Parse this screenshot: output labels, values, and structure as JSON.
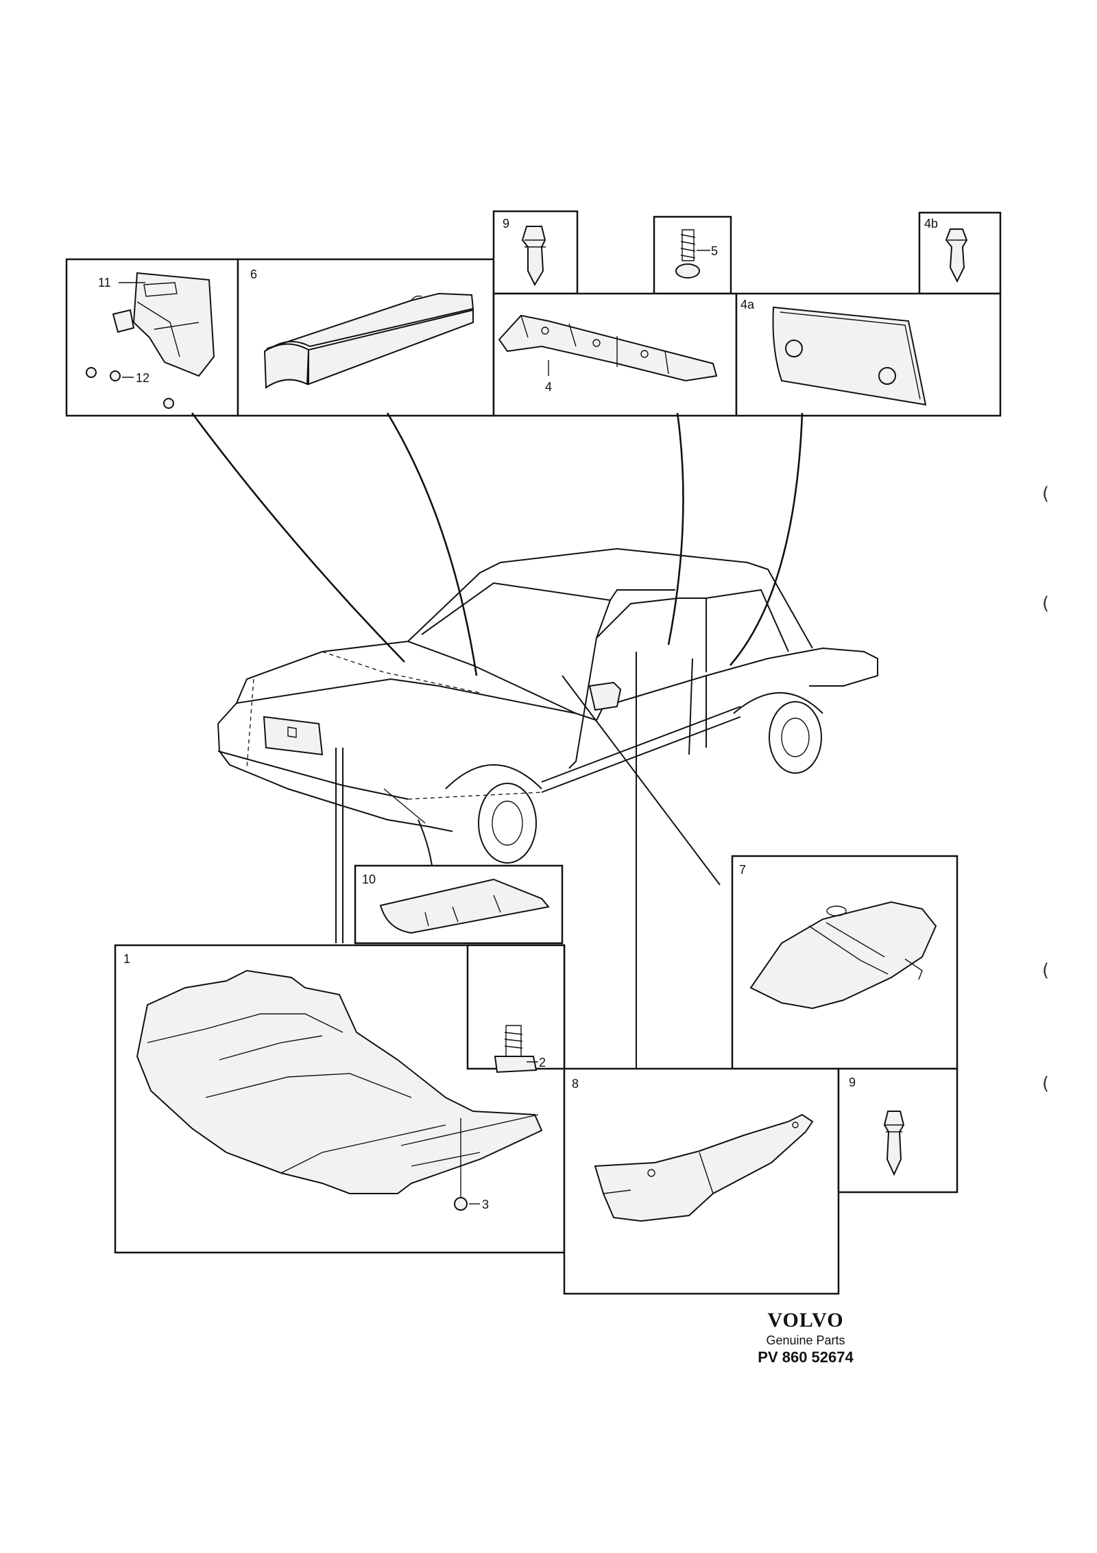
{
  "labels": {
    "p1": "1",
    "p2": "2",
    "p3": "3",
    "p4": "4",
    "p4a": "4a",
    "p4b": "4b",
    "p5": "5",
    "p6": "6",
    "p7": "7",
    "p8": "8",
    "p9a": "9",
    "p9b": "9",
    "p10": "10",
    "p11": "11",
    "p12": "12"
  },
  "brand": {
    "logo": "VOLVO",
    "subtitle": "Genuine Parts",
    "code": "PV 860 52674"
  },
  "margin_marks": [
    "(",
    "(",
    "(",
    "("
  ]
}
